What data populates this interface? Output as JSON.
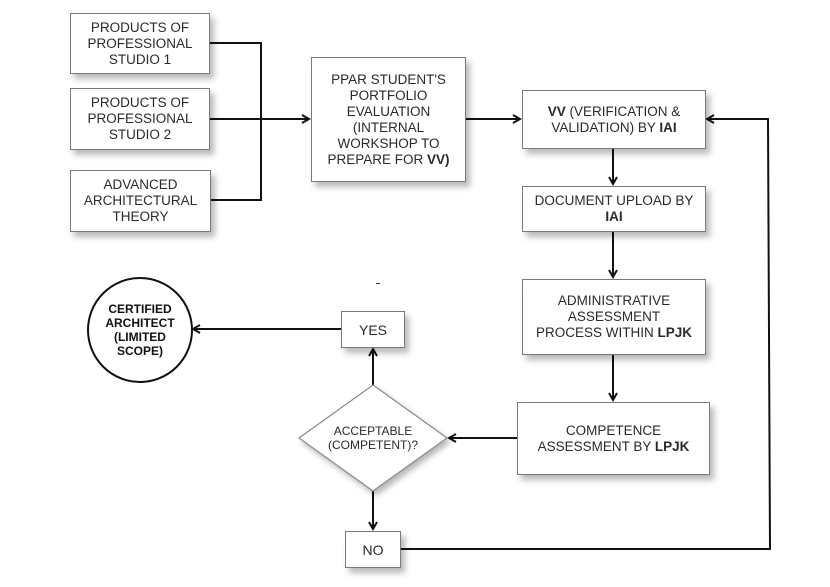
{
  "diagram": {
    "type": "flowchart",
    "nodes": {
      "studio1": {
        "lines": [
          "PRODUCTS OF",
          "PROFESSIONAL",
          "STUDIO 1"
        ]
      },
      "studio2": {
        "lines": [
          "PRODUCTS OF",
          "PROFESSIONAL",
          "STUDIO 2"
        ]
      },
      "theory": {
        "lines": [
          "ADVANCED",
          "ARCHITECTURAL",
          "THEORY"
        ]
      },
      "ppar": {
        "lines": [
          "PPAR STUDENT'S",
          "PORTFOLIO",
          "EVALUATION",
          "(INTERNAL",
          "WORKSHOP TO"
        ],
        "last_line_prefix": "PREPARE FOR ",
        "last_line_bold": "VV)"
      },
      "vv": {
        "line1_bold": "VV",
        "line1_rest": " (VERIFICATION &",
        "line2_rest": "VALIDATION) BY ",
        "line2_bold": "IAI"
      },
      "upload": {
        "line1": "DOCUMENT UPLOAD BY",
        "line2_bold": "IAI"
      },
      "admin": {
        "line1": "ADMINISTRATIVE",
        "line2": "ASSESSMENT",
        "line3_rest": "PROCESS WITHIN ",
        "line3_bold": "LPJK"
      },
      "competence": {
        "line1": "COMPETENCE",
        "line2_rest": "ASSESSMENT BY ",
        "line2_bold": "LPJK"
      },
      "decision": {
        "line1": "ACCEPTABLE",
        "line2": "(COMPETENT)?"
      },
      "yes": {
        "label": "YES"
      },
      "no": {
        "label": "NO"
      },
      "certified": {
        "lines": [
          "CERTIFIED",
          "ARCHITECT",
          "(LIMITED",
          "SCOPE)"
        ]
      }
    },
    "edges": [
      [
        "studio1",
        "ppar"
      ],
      [
        "studio2",
        "ppar"
      ],
      [
        "theory",
        "ppar"
      ],
      [
        "ppar",
        "vv"
      ],
      [
        "vv",
        "upload"
      ],
      [
        "upload",
        "admin"
      ],
      [
        "admin",
        "competence"
      ],
      [
        "competence",
        "decision"
      ],
      [
        "decision",
        "yes"
      ],
      [
        "decision",
        "no"
      ],
      [
        "yes",
        "certified"
      ],
      [
        "no",
        "vv"
      ]
    ]
  }
}
